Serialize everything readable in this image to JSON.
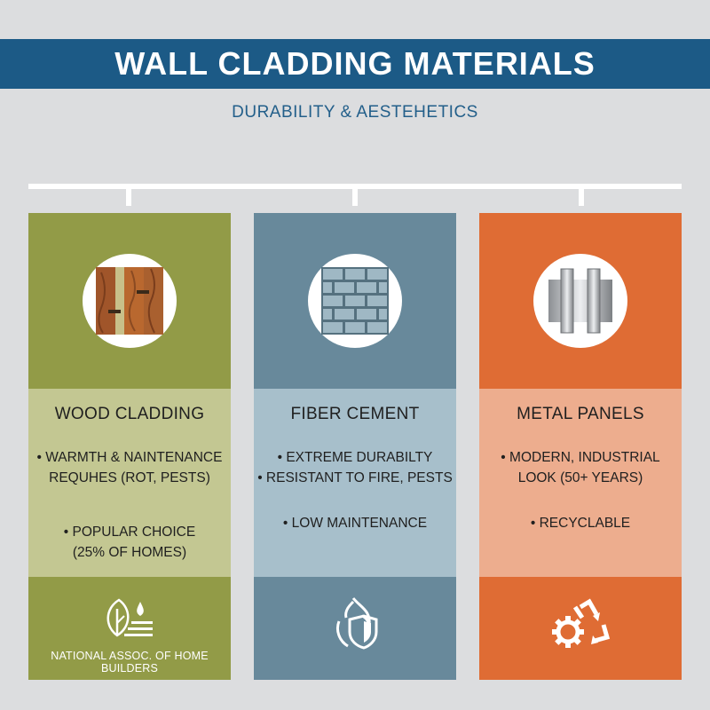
{
  "header": {
    "title": "WALL CLADDING MATERIALS",
    "subtitle": "DURABILITY & AESTEHETICS"
  },
  "colors": {
    "banner": "#1c5a86",
    "background": "#dcdddf",
    "wood_dark": "#929b47",
    "wood_light": "#c3c792",
    "fiber_dark": "#68899b",
    "fiber_light": "#a7bfcb",
    "metal_dark": "#df6c34",
    "metal_light": "#edad8e"
  },
  "cards": [
    {
      "title": "WOOD CLADDING",
      "icon": "wood-planks-icon",
      "bullets_a": [
        "• WARMTH & NAINTENANCE",
        "REQUHES (ROT, PESTS)"
      ],
      "bullets_b": [
        "• POPULAR CHOICE",
        "(25% OF HOMES)"
      ],
      "bottom_icon": "leaf-water-icon",
      "source": "NATIONAL ASSOC. OF HOME BUILDERS"
    },
    {
      "title": "FIBER CEMENT",
      "icon": "brick-wall-icon",
      "bullets_a": [
        "• EXTREME DURABILTY",
        "• RESISTANT TO FIRE, PESTS"
      ],
      "bullets_b": [
        "• LOW MAINTENANCE"
      ],
      "bottom_icon": "fire-shield-icon"
    },
    {
      "title": "METAL PANELS",
      "icon": "metal-panel-icon",
      "bullets_a": [
        "• MODERN, INDUSTRIAL",
        "LOOK (50+ YEARS)"
      ],
      "bullets_b": [
        "• RECYCLABLE"
      ],
      "bottom_icon": "gear-recycle-icon"
    }
  ]
}
